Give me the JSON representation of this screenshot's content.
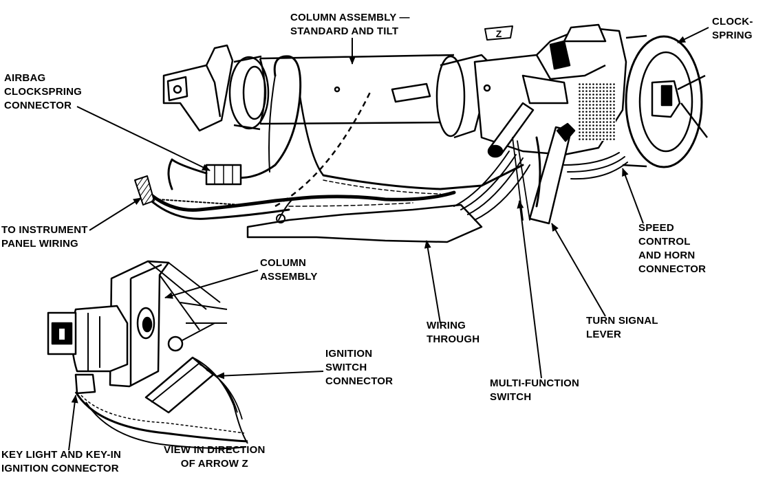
{
  "labels": {
    "column_assembly": [
      "COLUMN ASSEMBLY —",
      "STANDARD AND TILT"
    ],
    "clockspring": [
      "CLOCK-",
      "SPRING"
    ],
    "airbag": [
      "AIRBAG",
      "CLOCKSPRING",
      "CONNECTOR"
    ],
    "instrument_panel": [
      "TO INSTRUMENT",
      "PANEL WIRING"
    ],
    "speed_control": [
      "SPEED",
      "CONTROL",
      "AND HORN",
      "CONNECTOR"
    ],
    "column_assembly_detail": [
      "COLUMN",
      "ASSEMBLY"
    ],
    "wiring_through": [
      "WIRING",
      "THROUGH"
    ],
    "turn_signal": [
      "TURN SIGNAL",
      "LEVER"
    ],
    "ignition_switch": [
      "IGNITION",
      "SWITCH",
      "CONNECTOR"
    ],
    "multi_function": [
      "MULTI-FUNCTION",
      "SWITCH"
    ],
    "key_light": [
      "KEY LIGHT AND KEY-IN",
      "IGNITION CONNECTOR"
    ],
    "view_direction": [
      "VIEW IN DIRECTION",
      "OF ARROW Z"
    ]
  },
  "arrow_marker": "Z"
}
